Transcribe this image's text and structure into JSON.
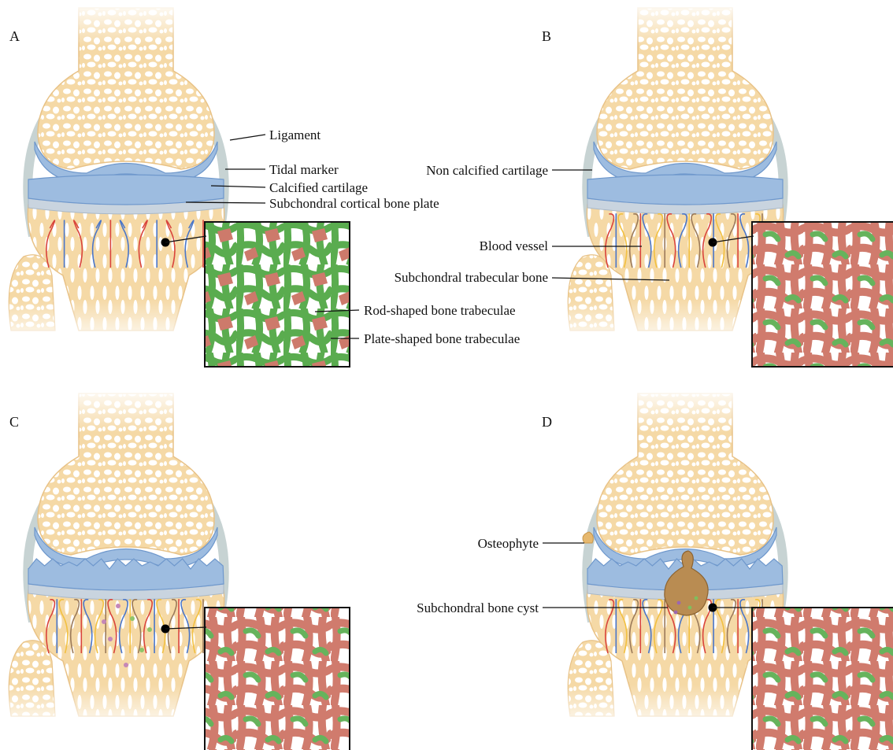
{
  "panels": [
    {
      "letter": "A",
      "labels": {
        "ligament": "Ligament",
        "tidal_marker": "Tidal marker",
        "calcified_cartilage": "Calcified cartilage",
        "subchondral_cortical_bone_plate": "Subchondral cortical bone plate",
        "rod_shaped_trabeculae": "Rod-shaped bone trabeculae",
        "plate_shaped_trabeculae": "Plate-shaped bone trabeculae"
      }
    },
    {
      "letter": "B",
      "labels": {
        "non_calcified_cartilage": "Non calcified cartilage",
        "blood_vessel": "Blood vessel",
        "subchondral_trabecular_bone": "Subchondral trabecular bone"
      }
    },
    {
      "letter": "C",
      "labels": {}
    },
    {
      "letter": "D",
      "labels": {
        "osteophyte": "Osteophyte",
        "subchondral_bone_cyst": "Subchondral bone cyst"
      }
    }
  ],
  "colors": {
    "bone": "#f5d9a6",
    "bone_edge": "#e8c287",
    "marrow_hole": "#ffffff",
    "cartilage": "#9dbce0",
    "cartilage_dark": "#6f98cc",
    "calcified": "#c9d4df",
    "ligament": "#c7d3d3",
    "rod_trabeculae": "#66b35c",
    "plate_trabeculae": "#d07b6d",
    "vessel_red": "#d9443c",
    "vessel_blue": "#4a76c9",
    "vessel_yellow": "#f2c040",
    "cyst": "#b98c52"
  }
}
